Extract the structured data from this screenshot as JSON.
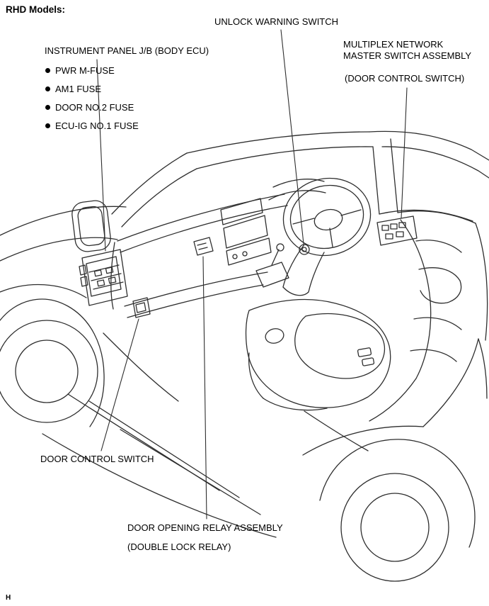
{
  "header": {
    "title": "RHD Models:"
  },
  "footer": {
    "mark": "H"
  },
  "labels": {
    "unlock_warning_switch": "UNLOCK WARNING SWITCH",
    "instrument_panel_jb": "INSTRUMENT PANEL J/B (BODY ECU)",
    "fuses": [
      "PWR M-FUSE",
      "AM1 FUSE",
      "DOOR NO.2 FUSE",
      "ECU-IG NO.1 FUSE"
    ],
    "multiplex_line1": "MULTIPLEX NETWORK",
    "multiplex_line2": "MASTER SWITCH ASSEMBLY",
    "multiplex_sub": "(DOOR CONTROL SWITCH)",
    "door_control_switch": "DOOR CONTROL SWITCH",
    "door_opening_relay": "DOOR OPENING RELAY ASSEMBLY",
    "double_lock_relay": "(DOUBLE LOCK RELAY)"
  },
  "colors": {
    "line": "#2e2e2e",
    "text": "#000000",
    "background": "#ffffff"
  }
}
